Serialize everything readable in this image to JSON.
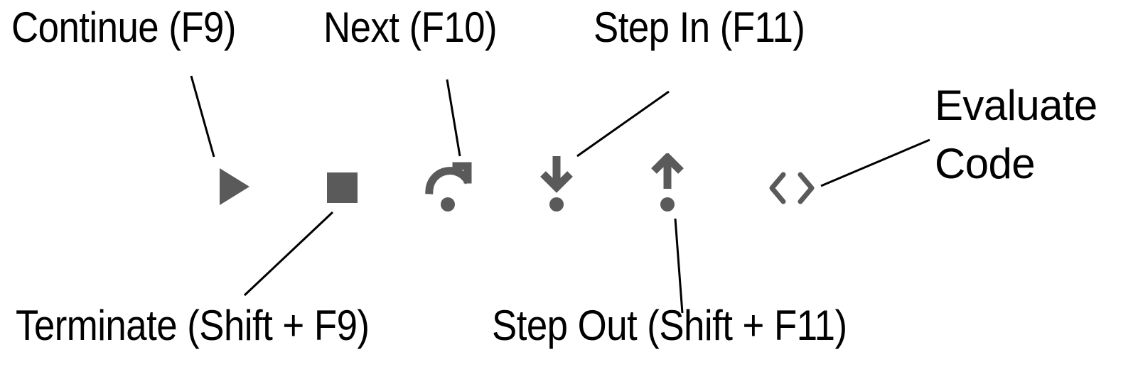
{
  "diagram": {
    "kind": "annotated-debugger-toolbar",
    "background_color": "#FFFFFF",
    "icon_color": "#5A5A5A",
    "leader_line_color": "#000000",
    "text_color": "#000000"
  },
  "toolbar": {
    "name": "debugger-toolbar",
    "buttons": [
      {
        "id": "continue",
        "icon": "play-triangle-icon",
        "label": "Continue (F9)"
      },
      {
        "id": "terminate",
        "icon": "stop-square-icon",
        "label": "Terminate (Shift + F9)"
      },
      {
        "id": "next",
        "icon": "step-over-arc-arrow-icon",
        "label": "Next (F10)"
      },
      {
        "id": "step-in",
        "icon": "arrow-down-to-dot-icon",
        "label": "Step In (F11)"
      },
      {
        "id": "step-out",
        "icon": "arrow-up-from-dot-icon",
        "label": "Step Out (Shift + F11)"
      },
      {
        "id": "evaluate",
        "icon": "angle-brackets-code-icon",
        "label": "Evaluate Code"
      }
    ]
  },
  "annotations": {
    "continue": {
      "text": "Continue (F9)"
    },
    "next": {
      "text": "Next (F10)"
    },
    "step_in": {
      "text": "Step In (F11)"
    },
    "evaluate": {
      "line1": "Evaluate",
      "line2": "Code"
    },
    "terminate": {
      "text": "Terminate (Shift + F9)"
    },
    "step_out": {
      "text": "Step Out (Shift + F11)"
    }
  }
}
